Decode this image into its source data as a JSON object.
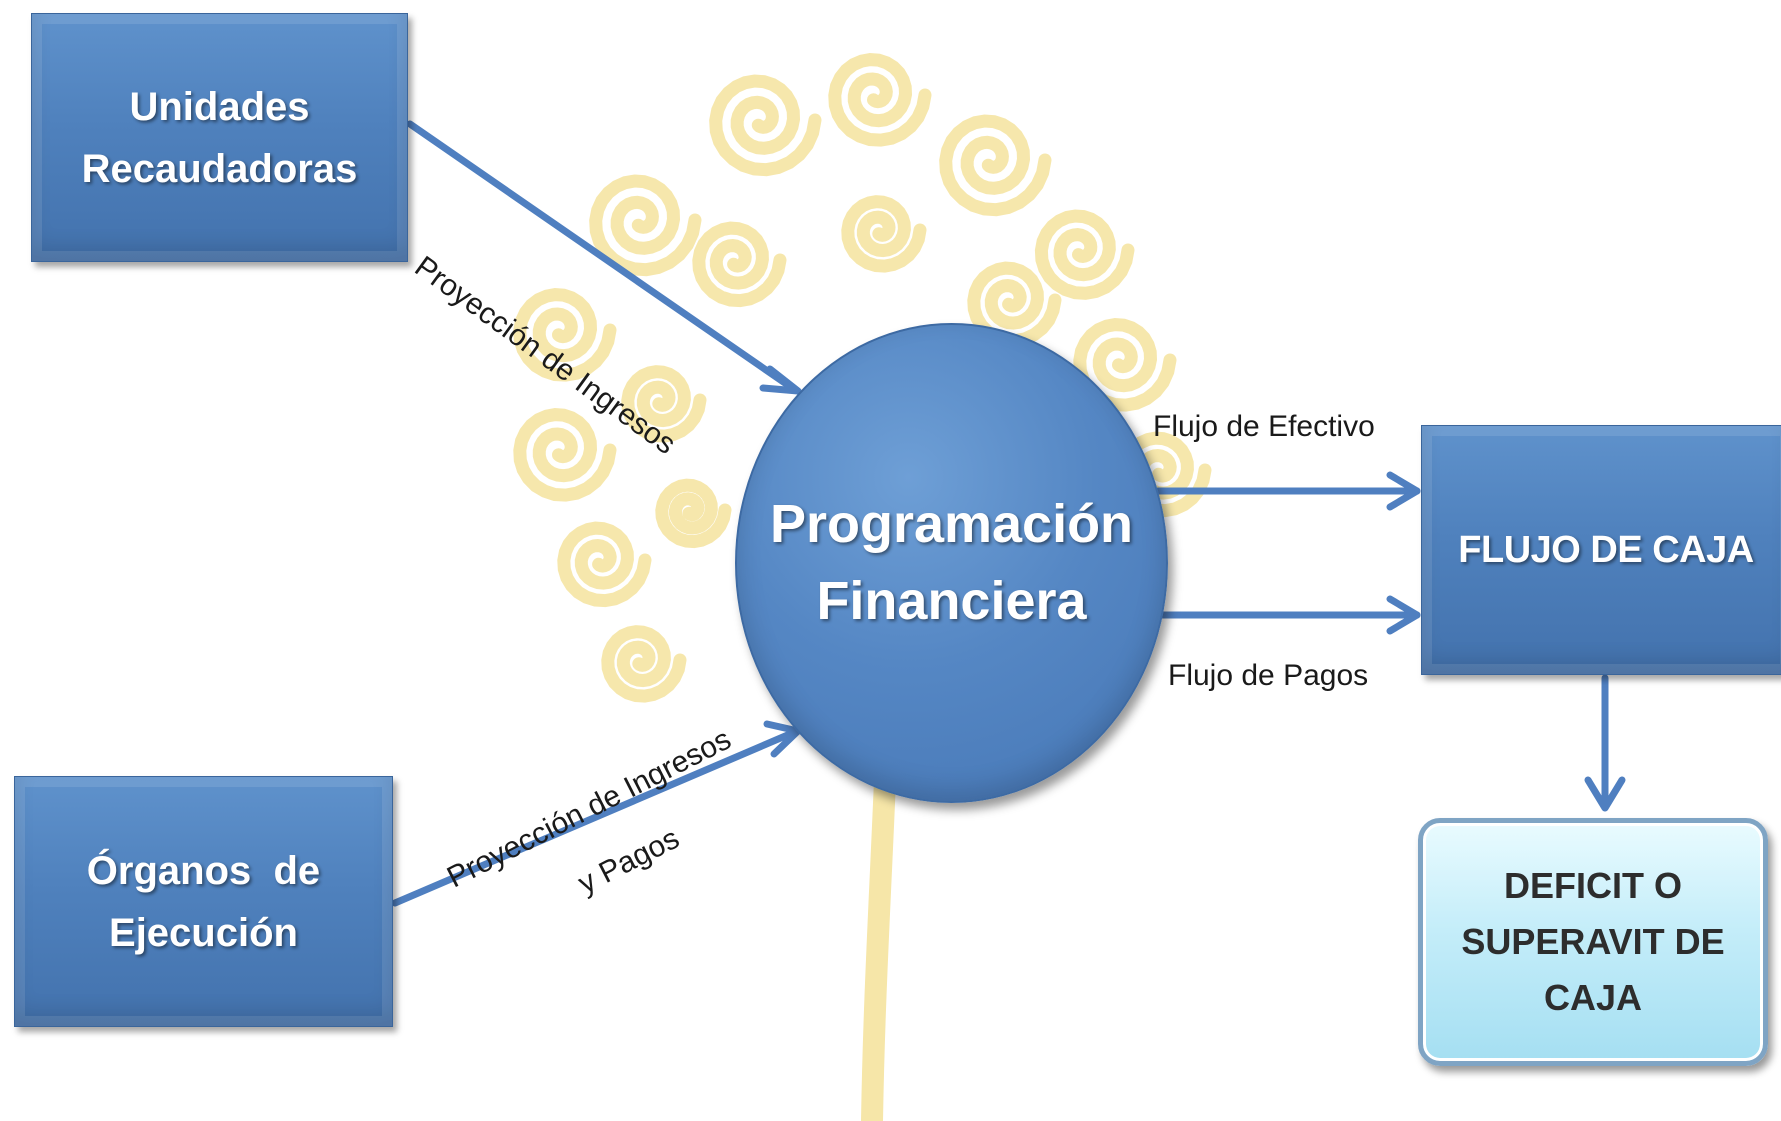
{
  "nodes": {
    "unidades": {
      "line1": "Unidades",
      "line2": "Recaudadoras"
    },
    "organos": {
      "line1": "Órganos  de",
      "line2": "Ejecución"
    },
    "programacion": {
      "line1": "Programación",
      "line2": "Financiera"
    },
    "flujo_caja": {
      "label": "FLUJO DE CAJA"
    },
    "deficit": {
      "line1": "DEFICIT O",
      "line2": "SUPERAVIT DE",
      "line3": "CAJA"
    }
  },
  "edges": {
    "top_label": "Proyección de Ingresos",
    "bottom_label_line1": "Proyección de Ingresos",
    "bottom_label_line2": "y Pagos",
    "efectivo_label": "Flujo de Efectivo",
    "pagos_label": "Flujo de Pagos"
  },
  "colors": {
    "node_blue": "#4f81bd",
    "arrow_blue": "#4f7fc0",
    "result_box": "#c4edf9",
    "watermark": "#f6e6a8"
  },
  "icons": {
    "background": "swirl-tree-watermark"
  }
}
